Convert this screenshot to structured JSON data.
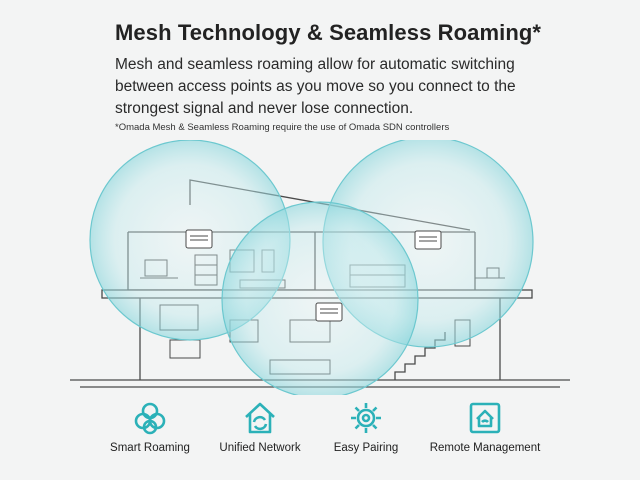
{
  "header": {
    "title": "Mesh Technology & Seamless Roaming*",
    "description": "Mesh and seamless roaming allow for automatic switching between access points as you move so you connect to the strongest signal and never lose connection.",
    "note": "*Omada Mesh & Seamless Roaming require the use of Omada SDN controllers"
  },
  "colors": {
    "background": "#f3f4f4",
    "accent": "#2bb1b8",
    "coverage": "#a9e2e6",
    "line": "#4a4a4a"
  },
  "features": [
    {
      "label": "Smart Roaming",
      "icon": "smart-roaming-icon"
    },
    {
      "label": "Unified Network",
      "icon": "unified-network-icon"
    },
    {
      "label": "Easy Pairing",
      "icon": "easy-pairing-icon"
    },
    {
      "label": "Remote Management",
      "icon": "remote-management-icon"
    }
  ]
}
